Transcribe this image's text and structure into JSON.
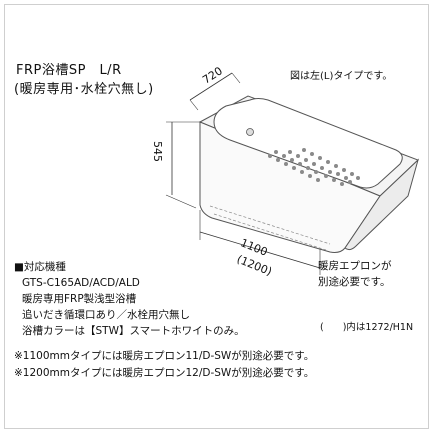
{
  "title": {
    "line1": "FRP浴槽SP　L/R",
    "line2": "(暖房専用･水栓穴無し)"
  },
  "diagram_note": "図は左(L)タイプです。",
  "dimensions": {
    "depth": "720",
    "height": "545",
    "width": "1100",
    "width_alt": "(1200)"
  },
  "apron_note": {
    "line1": "暖房エプロンが",
    "line2": "別途必要です。"
  },
  "specs": {
    "heading": "■対応機種",
    "models": "GTS-C165AD/ACD/ALD",
    "line2": "暖房専用FRP製浅型浴槽",
    "line3": "追いだき循環口あり／水栓用穴無し",
    "line4": "浴槽カラーは【STW】スマートホワイトのみ。"
  },
  "paren_note": "(　　)内は1272/H1N",
  "footnotes": [
    "※1100mmタイプには暖房エプロン11/D-SWが別途必要です。",
    "※1200mmタイプには暖房エプロン12/D-SWが別途必要です。"
  ],
  "colors": {
    "tub_outline": "#555555",
    "tub_fill": "#f4f4f4",
    "dots": "#8a8a8a"
  },
  "icons": [
    "drain-icon"
  ]
}
